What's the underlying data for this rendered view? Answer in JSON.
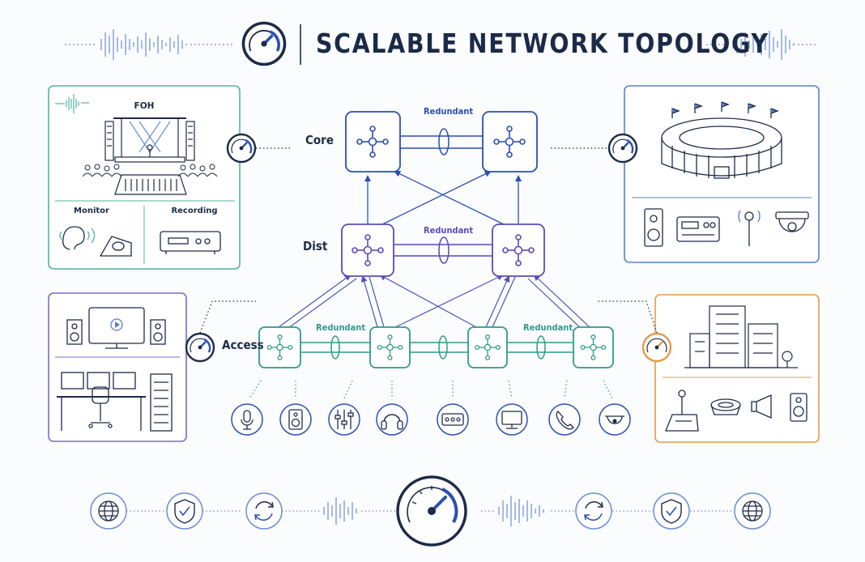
{
  "title": "SCALABLE NETWORK TOPOLOGY",
  "tiers": {
    "core": "Core",
    "dist": "Dist",
    "access": "Access"
  },
  "redundant_labels": {
    "core": "Redundant",
    "dist": "Redundant",
    "access_left": "Redundant",
    "access_right": "Redundant"
  },
  "panels": {
    "top_left": {
      "foh": "FOH",
      "monitor": "Monitor",
      "recording": "Recording"
    }
  },
  "colors": {
    "core": "#2b4fb3",
    "dist": "#5a4bb8",
    "access": "#2f9a8a",
    "panel_teal": "#52b3a4",
    "panel_blue": "#5b7fd0",
    "panel_purple": "#7a6cc6",
    "panel_orange": "#e69a4a",
    "navy": "#1d2b47"
  },
  "icons": {
    "header_gauge": "speedometer-icon",
    "bottom_row": [
      "globe-icon",
      "shield-check-icon",
      "sync-icon",
      "speedometer-icon",
      "sync-icon",
      "shield-check-icon",
      "globe-icon"
    ],
    "endpoints": [
      "microphone-icon",
      "speaker-icon",
      "mixer-faders-icon",
      "headphones-icon",
      "io-box-icon",
      "monitor-icon",
      "phone-icon",
      "dome-camera-icon"
    ]
  }
}
